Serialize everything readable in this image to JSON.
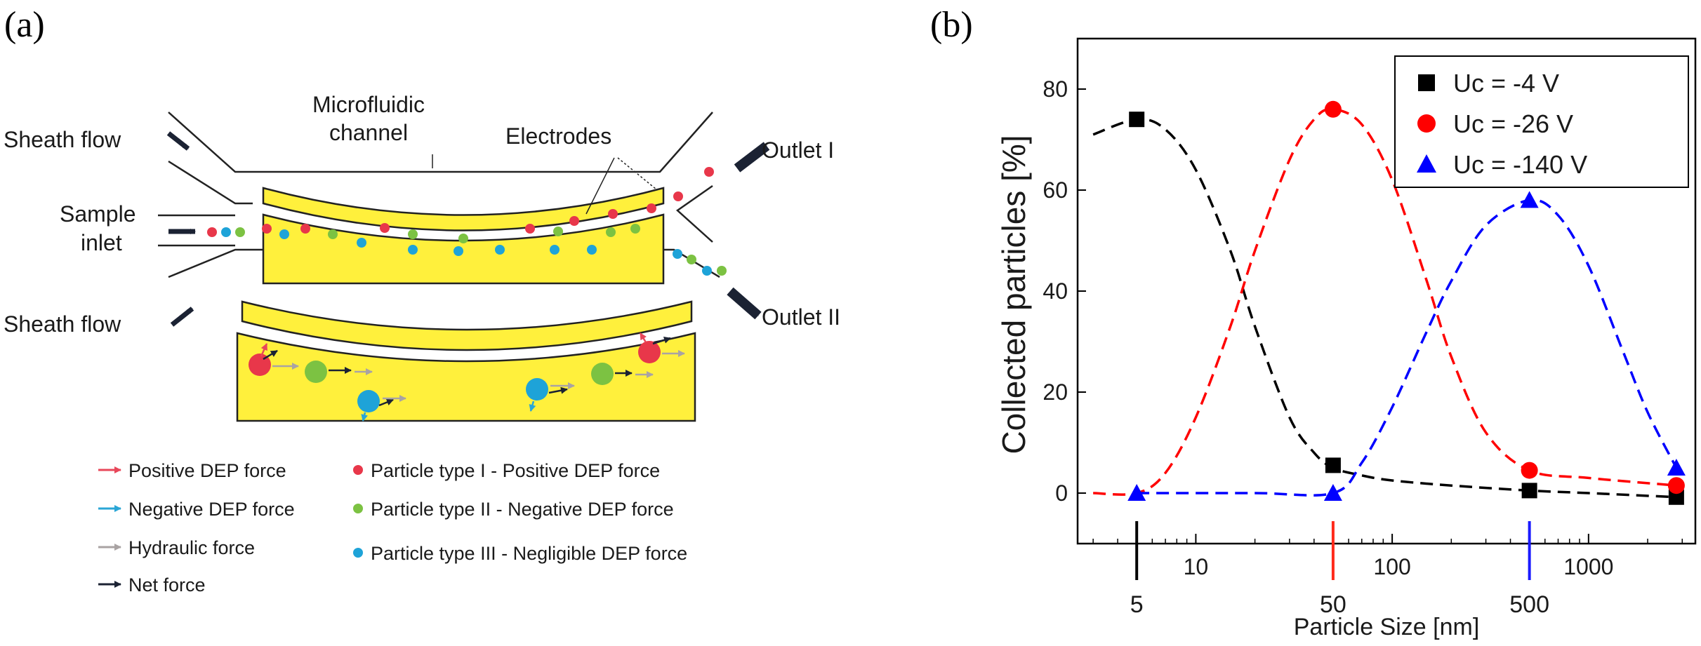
{
  "panel_a": {
    "label": "(a)",
    "texts": {
      "sheath_top": "Sheath flow",
      "sheath_bottom": "Sheath flow",
      "channel_line1": "Microfluidic",
      "channel_line2": "channel",
      "electrodes": "Electrodes",
      "sample_line1": "Sample",
      "sample_line2": "inlet",
      "outlet1": "Outlet I",
      "outlet2": "Outlet II"
    },
    "legend": [
      {
        "key": "pos_dep",
        "label": "Positive DEP force",
        "marker": "arrow",
        "color": "#e8475a"
      },
      {
        "key": "neg_dep",
        "label": "Negative DEP force",
        "marker": "arrow",
        "color": "#2aa6d6"
      },
      {
        "key": "hydraulic",
        "label": "Hydraulic force",
        "marker": "arrow",
        "color": "#a9a3a3"
      },
      {
        "key": "net",
        "label": "Net force",
        "marker": "arrow",
        "color": "#1b2233"
      },
      {
        "key": "type1",
        "label": "Particle type I - Positive DEP force",
        "marker": "dot",
        "color": "#e8374a"
      },
      {
        "key": "type2",
        "label": "Particle type II - Negative DEP force",
        "marker": "dot",
        "color": "#7cc242"
      },
      {
        "key": "type3",
        "label": "Particle type III - Negligible DEP force",
        "marker": "dot",
        "color": "#1ea3d8"
      }
    ],
    "colors": {
      "electrode": "#fff03c",
      "stroke": "#222222"
    }
  },
  "panel_b": {
    "label": "(b)"
  },
  "chart_data": {
    "type": "scatter",
    "xlabel": "Particle Size [nm]",
    "ylabel": "Collected particles [%]",
    "xscale": "log",
    "xlim": [
      2.5,
      3500
    ],
    "ylim": [
      -10,
      90
    ],
    "xticks": [
      10,
      100,
      1000
    ],
    "yticks": [
      0,
      20,
      40,
      60,
      80
    ],
    "marker_labels": [
      {
        "x": 5,
        "label": "5",
        "color": "#000000"
      },
      {
        "x": 50,
        "label": "50",
        "color": "#ff2a1a"
      },
      {
        "x": 500,
        "label": "500",
        "color": "#1a1aff"
      }
    ],
    "legend_position": "top-right",
    "series": [
      {
        "name": "Uc = -4 V",
        "color": "#000000",
        "marker": "square",
        "x": [
          5,
          50,
          500,
          2800
        ],
        "y": [
          74,
          5.5,
          0.5,
          -0.8
        ]
      },
      {
        "name": "Uc = -26 V",
        "color": "#ff0000",
        "marker": "circle",
        "x": [
          50,
          500,
          2800
        ],
        "y": [
          76,
          4.5,
          1.5
        ]
      },
      {
        "name": "Uc = -140 V",
        "color": "#0000ff",
        "marker": "triangle",
        "x": [
          5,
          50,
          500,
          2800
        ],
        "y": [
          0,
          0,
          58,
          5
        ]
      }
    ],
    "fit_curves": [
      {
        "color": "#000000",
        "x": [
          3,
          5,
          7,
          10,
          15,
          20,
          30,
          40,
          50,
          70,
          100,
          200,
          500,
          1000,
          2800
        ],
        "y": [
          71,
          74,
          72,
          64,
          48,
          33,
          15,
          8,
          5,
          3.5,
          2.5,
          1.5,
          0.5,
          0,
          -0.8
        ]
      },
      {
        "color": "#ff0000",
        "x": [
          3,
          5,
          7,
          10,
          15,
          20,
          30,
          40,
          50,
          70,
          100,
          150,
          200,
          300,
          500,
          1000,
          2800
        ],
        "y": [
          0,
          0,
          4,
          15,
          33,
          48,
          66,
          74,
          76,
          73,
          62,
          42,
          27,
          12,
          4.5,
          3,
          1.5
        ]
      },
      {
        "color": "#0000ff",
        "x": [
          5,
          20,
          50,
          70,
          100,
          150,
          200,
          300,
          500,
          700,
          1000,
          1500,
          2000,
          2800
        ],
        "y": [
          0,
          0,
          0,
          6,
          17,
          32,
          42,
          53,
          58,
          55,
          45,
          28,
          16,
          5
        ]
      }
    ]
  }
}
